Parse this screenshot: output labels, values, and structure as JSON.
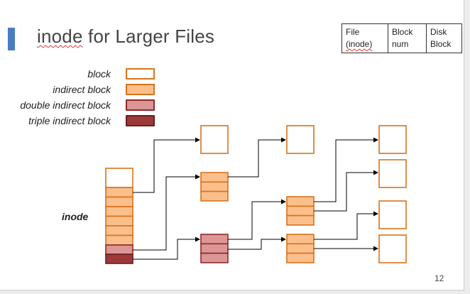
{
  "slide": {
    "title_word": "inode",
    "title_rest": " for Larger Files",
    "page_number": "12"
  },
  "ref_table": {
    "col1": [
      "File",
      "(inode)"
    ],
    "col2": [
      "Block",
      "num"
    ],
    "col3": [
      "Disk",
      "Block"
    ]
  },
  "legend": [
    {
      "label": "block",
      "fill": "#ffffff",
      "stroke": "#d8731a"
    },
    {
      "label": "indirect block",
      "fill": "#fbbf8c",
      "stroke": "#d8731a"
    },
    {
      "label": "double indirect block",
      "fill": "#dc9696",
      "stroke": "#8e2a2a"
    },
    {
      "label": "triple indirect block",
      "fill": "#9c3a3a",
      "stroke": "#6b1f1f"
    }
  ],
  "diagram": {
    "inode_label": "inode",
    "colors": {
      "block_stroke": "#d8731a",
      "indirect_fill": "#fbbf8c",
      "double_fill": "#dc9696",
      "double_stroke": "#8e2a2a",
      "triple_fill": "#9c3a3a",
      "triple_stroke": "#6b1f1f",
      "arrow": "#000000"
    }
  }
}
